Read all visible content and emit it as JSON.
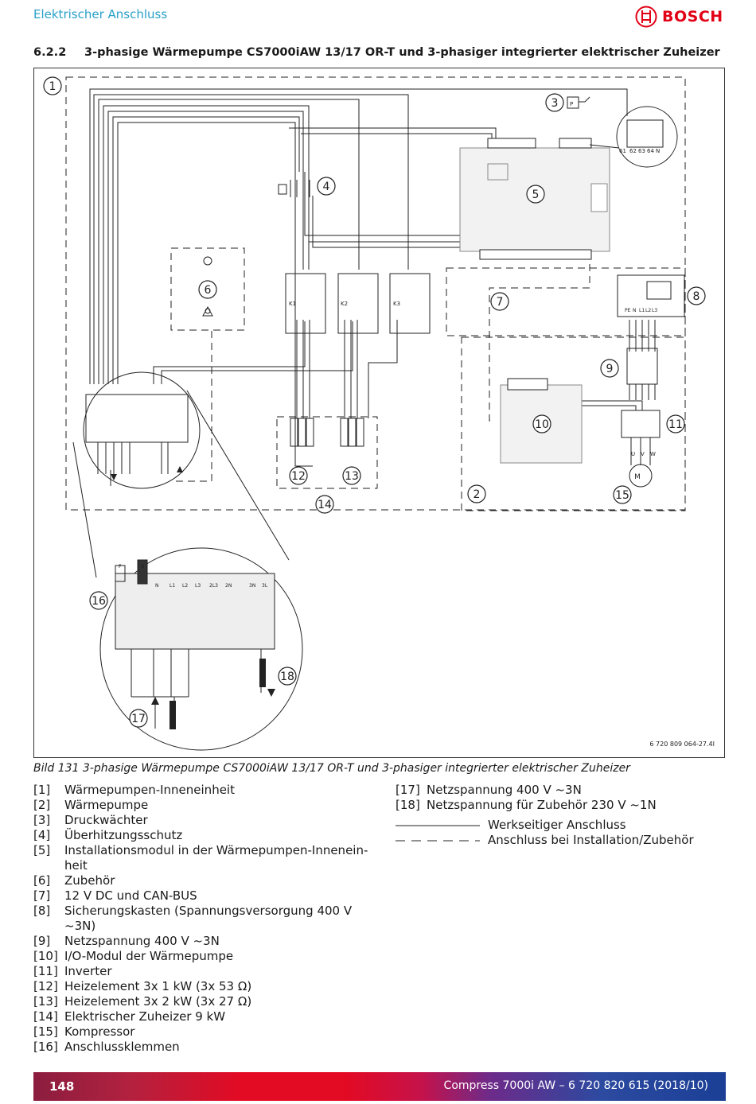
{
  "header": {
    "title": "Elektrischer Anschluss",
    "brand": "BOSCH",
    "brand_color": "#e20015",
    "title_color": "#29a0c8"
  },
  "section": {
    "number": "6.2.2",
    "title": "3-phasige Wärmepumpe CS7000iAW 13/17 OR-T und 3-phasiger integrierter elektrischer Zuheizer"
  },
  "figure": {
    "ref": "6 720 809 064-27.4I",
    "callouts": [
      "1",
      "2",
      "3",
      "4",
      "5",
      "6",
      "7",
      "8",
      "9",
      "10",
      "11",
      "12",
      "13",
      "14",
      "15",
      "16",
      "17",
      "18"
    ],
    "contactors": [
      "K1",
      "K2",
      "K3"
    ],
    "terminal_labels": [
      "F",
      "N",
      "N",
      "L1",
      "L2",
      "L3",
      "2L3",
      "2N",
      "3N",
      "3L"
    ],
    "inverter_labels": [
      "U",
      "V",
      "W"
    ],
    "motor_label": "M",
    "fuse_labels": [
      "PE",
      "N",
      "L1",
      "L2",
      "L3"
    ],
    "pressure_label": "P",
    "detail_terminals": [
      "61",
      "62",
      "63",
      "64",
      "N"
    ]
  },
  "caption": {
    "label": "Bild 131",
    "text": "3-phasige Wärmepumpe CS7000iAW 13/17 OR-T und 3-phasiger integrierter elektrischer Zuheizer"
  },
  "legend_left": [
    {
      "key": "[1]",
      "text": "Wärmepumpen-Inneneinheit"
    },
    {
      "key": "[2]",
      "text": "Wärmepumpe"
    },
    {
      "key": "[3]",
      "text": "Druckwächter"
    },
    {
      "key": "[4]",
      "text": "Überhitzungsschutz"
    },
    {
      "key": "[5]",
      "text": "Installationsmodul in der Wärmepumpen-Innenein-heit"
    },
    {
      "key": "[6]",
      "text": "Zubehör"
    },
    {
      "key": "[7]",
      "text": "12 V DC und CAN-BUS"
    },
    {
      "key": "[8]",
      "text": "Sicherungskasten (Spannungsversorgung 400 V ~3N)"
    },
    {
      "key": "[9]",
      "text": "Netzspannung 400 V ~3N"
    },
    {
      "key": "[10]",
      "text": "I/O-Modul der Wärmepumpe"
    },
    {
      "key": "[11]",
      "text": "Inverter"
    },
    {
      "key": "[12]",
      "text": "Heizelement 3x 1 kW (3x 53 Ω)"
    },
    {
      "key": "[13]",
      "text": "Heizelement 3x 2 kW (3x 27 Ω)"
    },
    {
      "key": "[14]",
      "text": "Elektrischer Zuheizer 9 kW"
    },
    {
      "key": "[15]",
      "text": "Kompressor"
    },
    {
      "key": "[16]",
      "text": "Anschlussklemmen"
    }
  ],
  "legend_right": [
    {
      "key": "[17]",
      "text": "Netzspannung 400 V ~3N"
    },
    {
      "key": "[18]",
      "text": "Netzspannung für Zubehör 230 V ~1N"
    }
  ],
  "line_legend": {
    "solid": "Werkseitiger Anschluss",
    "dashed": "Anschluss bei Installation/Zubehör"
  },
  "footer": {
    "page": "148",
    "text": "Compress 7000i AW – 6 720 820 615 (2018/10)"
  }
}
